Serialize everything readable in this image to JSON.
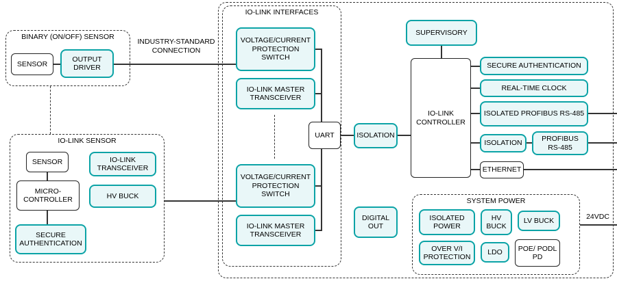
{
  "colors": {
    "accent": "#0ba3a6",
    "accent_fill": "#e9f7f8",
    "line": "#333333"
  },
  "binary_sensor_group": {
    "title": "BINARY (ON/OFF) SENSOR",
    "sensor": "SENSOR",
    "output_driver": "OUTPUT DRIVER"
  },
  "connection_label": "INDUSTRY-STANDARD CONNECTION",
  "iolink_sensor_group": {
    "title": "IO-LINK SENSOR",
    "sensor": "SENSOR",
    "iolink_transceiver": "IO-LINK TRANSCEIVER",
    "microcontroller": "MICRO-CONTROLLER",
    "hv_buck": "HV BUCK",
    "secure_authentication": "SECURE AUTHENTICATION"
  },
  "iolink_interfaces_group": {
    "title": "IO-LINK INTERFACES",
    "vc_switch_top": "VOLTAGE/CURRENT PROTECTION SWITCH",
    "master_transceiver_top": "IO-LINK MASTER TRANSCEIVER",
    "vc_switch_bottom": "VOLTAGE/CURRENT PROTECTION SWITCH",
    "master_transceiver_bottom": "IO-LINK MASTER TRANSCEIVER"
  },
  "core": {
    "uart": "UART",
    "isolation": "ISOLATION",
    "supervisory": "SUPERVISORY",
    "controller": "IO-LINK CONTROLLER",
    "digital_out": "DIGITAL OUT"
  },
  "peripherals": {
    "secure_authentication": "SECURE AUTHENTICATION",
    "real_time_clock": "REAL-TIME CLOCK",
    "isolated_profibus": "ISOLATED PROFIBUS RS-485",
    "isolation": "ISOLATION",
    "profibus": "PROFIBUS RS-485",
    "ethernet": "ETHERNET"
  },
  "system_power_group": {
    "title": "SYSTEM POWER",
    "isolated_power": "ISOLATED POWER",
    "hv_buck": "HV BUCK",
    "lv_buck": "LV BUCK",
    "over_vi_protection": "OVER V/I PROTECTION",
    "ldo": "LDO",
    "poe_podl_pd": "POE/ PODL PD",
    "input_label": "24VDC"
  }
}
